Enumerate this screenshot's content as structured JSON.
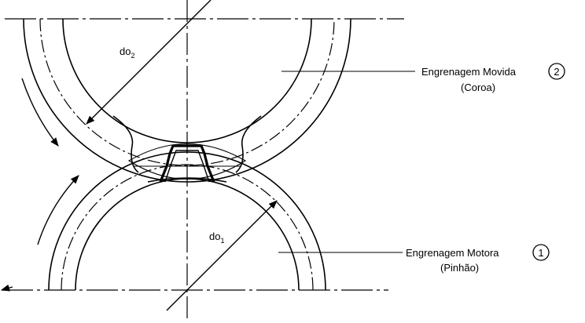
{
  "diagram": {
    "driven_gear": {
      "label": "Engrenagem Movida",
      "number": "2",
      "alias": "(Coroa)",
      "diameter_symbol": "do",
      "diameter_subscript": "2"
    },
    "driving_gear": {
      "label": "Engrenagem Motora",
      "number": "1",
      "alias": "(Pinhão)",
      "diameter_symbol": "do",
      "diameter_subscript": "1"
    },
    "colors": {
      "line": "#000000",
      "background": "#ffffff"
    }
  }
}
